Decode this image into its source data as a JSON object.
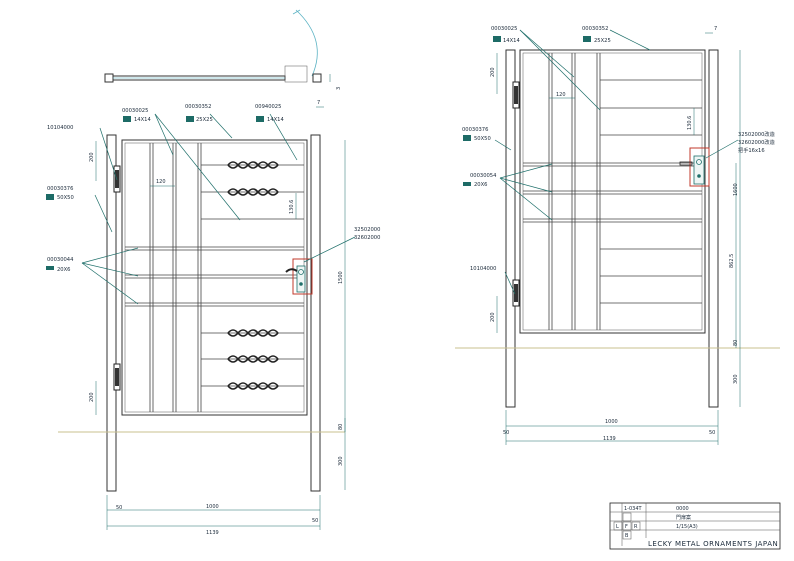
{
  "left_view": {
    "callouts": {
      "p_00030025": "00030025",
      "p_00030025_size": "14X14",
      "p_00030352": "00030352",
      "p_00030352_size": "25X25",
      "p_00940025": "00940025",
      "p_00940025_size": "14X14",
      "p_10104000": "10104000",
      "p_00030376": "00030376",
      "p_00030376_size": "50X50",
      "p_00030044": "00030044",
      "p_00030044_size": "20X6",
      "p_32502000": "32502000",
      "p_32602000": "32602000"
    },
    "dims": {
      "d200_top": "200",
      "d120": "120",
      "d130_6": "130.6",
      "d1500": "1500",
      "d200_bot": "200",
      "d80": "80",
      "d300": "300",
      "d50_left": "50",
      "d1000": "1000",
      "d50_right": "50",
      "d1139": "1139",
      "d7": "7",
      "d3": "3"
    }
  },
  "right_view": {
    "callouts": {
      "p_00030025": "00030025",
      "p_00030025_size": "14X14",
      "p_00030352": "00030352",
      "p_00030352_size": "25X25",
      "p_00030376": "00030376",
      "p_00030376_size": "50X50",
      "p_00030054": "00030054",
      "p_00030054_size": "20X6",
      "p_10104000": "10104000",
      "p_32502000": "32502000改造",
      "p_32602000": "32602000改造",
      "p_handle": "把手16x16"
    },
    "dims": {
      "d200_top": "200",
      "d120": "120",
      "d130_6": "130.6",
      "d7": "7",
      "d1600": "1600",
      "d862_5": "862.5",
      "d200_bot": "200",
      "d80": "80",
      "d300": "300",
      "d50_left": "50",
      "d1000": "1000",
      "d50_right": "50",
      "d1139": "1139"
    }
  },
  "title_block": {
    "drawing_no": "1-034T",
    "code": "0000",
    "name": "門扉案",
    "scale": "1/15(A3)",
    "views": [
      "L",
      "F",
      "R",
      "B"
    ],
    "company": "LECKY METAL ORNAMENTS JAPAN"
  },
  "colors": {
    "line": "#2a2a2a",
    "leader": "#1f6f6a",
    "ground": "#c9c08f",
    "lock_box": "#c0392b",
    "swatch": "#1d6b66"
  }
}
